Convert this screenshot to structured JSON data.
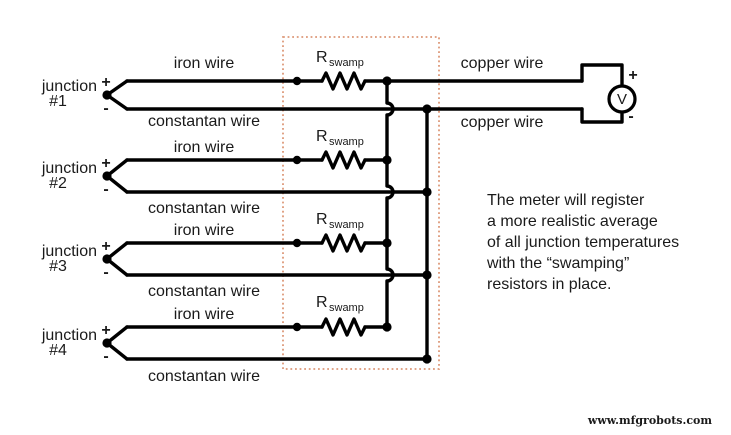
{
  "junctions": [
    {
      "label_line1": "junction",
      "label_line2": "#1",
      "plus": "+",
      "minus": "-",
      "top_wire": "iron wire",
      "bottom_wire": "constantan wire"
    },
    {
      "label_line1": "junction",
      "label_line2": "#2",
      "plus": "+",
      "minus": "-",
      "top_wire": "iron wire",
      "bottom_wire": "constantan wire"
    },
    {
      "label_line1": "junction",
      "label_line2": "#3",
      "plus": "+",
      "minus": "-",
      "top_wire": "iron wire",
      "bottom_wire": "constantan wire"
    },
    {
      "label_line1": "junction",
      "label_line2": "#4",
      "plus": "+",
      "minus": "-",
      "top_wire": "iron wire",
      "bottom_wire": "constantan wire"
    }
  ],
  "resistors": [
    {
      "base": "R",
      "sub": "swamp"
    },
    {
      "base": "R",
      "sub": "swamp"
    },
    {
      "base": "R",
      "sub": "swamp"
    },
    {
      "base": "R",
      "sub": "swamp"
    }
  ],
  "copper_wires": {
    "top": "copper wire",
    "bottom": "copper wire"
  },
  "meter": {
    "symbol": "V",
    "plus": "+",
    "minus": "-"
  },
  "caption": {
    "lines": [
      "The meter will register",
      "a more realistic average",
      "of all junction temperatures",
      "with the “swamping”",
      "resistors in place."
    ]
  },
  "watermark": "www.mfgrobots.com",
  "colors": {
    "wire": "#000000",
    "text": "#1a1a1a",
    "swamp_box": "#dd9878",
    "background": "#ffffff"
  }
}
